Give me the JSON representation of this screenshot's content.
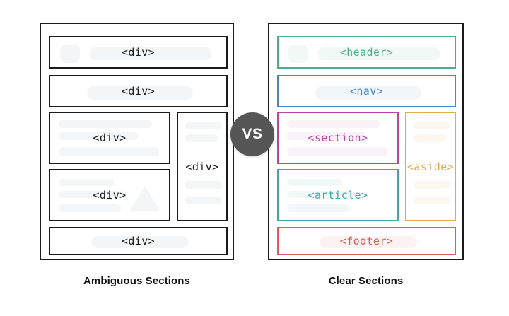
{
  "meta": {
    "vs_label": "VS",
    "badge_color": "#565656",
    "canvas_bg": "#ffffff"
  },
  "left_panel": {
    "caption": "Ambiguous Sections",
    "border_color": "#1b1b1b",
    "boxes": [
      {
        "label": "<div>",
        "name": "div-box-header-area"
      },
      {
        "label": "<div>",
        "name": "div-box-nav-area"
      },
      {
        "label": "<div>",
        "name": "div-box-section-area"
      },
      {
        "label": "<div>",
        "name": "div-box-article-area"
      },
      {
        "label": "<div>",
        "name": "div-box-aside-area"
      },
      {
        "label": "<div>",
        "name": "div-box-footer-area"
      }
    ]
  },
  "right_panel": {
    "caption": "Clear Sections",
    "border_color": "#1b1b1b",
    "boxes": [
      {
        "label": "<header>",
        "color": "#4fae87",
        "name": "header-box"
      },
      {
        "label": "<nav>",
        "color": "#4a86c5",
        "name": "nav-box"
      },
      {
        "label": "<section>",
        "color": "#b744a6",
        "name": "section-box"
      },
      {
        "label": "<article>",
        "color": "#3fa8a8",
        "name": "article-box"
      },
      {
        "label": "<aside>",
        "color": "#ddab4a",
        "name": "aside-box"
      },
      {
        "label": "<footer>",
        "color": "#e25a5a",
        "name": "footer-box"
      }
    ]
  }
}
